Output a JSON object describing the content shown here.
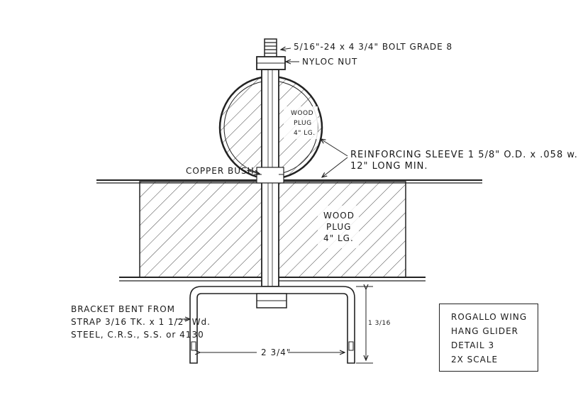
{
  "labels": {
    "bolt": "5/16\"-24 x 4 3/4\" BOLT GRADE 8",
    "nyloc": "NYLOC NUT",
    "reinforcing_1": "REINFORCING SLEEVE 1 5/8\" O.D. x .058 w.",
    "reinforcing_2": "12\" LONG MIN.",
    "copper_bush": "COPPER BUSH",
    "wood_plug_top": [
      "WOOD",
      "PLUG",
      "4\" LG."
    ],
    "wood_plug_bottom": [
      "WOOD",
      "PLUG",
      "4\" LG."
    ],
    "bracket": [
      "BRACKET BENT FROM",
      "STRAP 3/16 TK. x 1 1/2\" Wd.",
      "STEEL, C.R.S., S.S. or 4130"
    ],
    "dim_width": "2 3/4\"",
    "dim_height": "1 3/16"
  },
  "title_block": [
    "ROGALLO WING",
    "HANG GLIDER",
    "DETAIL 3",
    "2X SCALE"
  ]
}
